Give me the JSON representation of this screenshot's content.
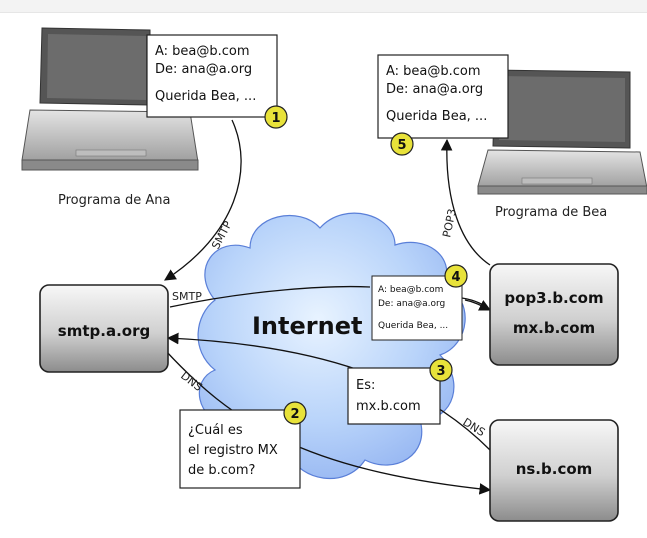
{
  "laptops": {
    "ana_label": "Programa de Ana",
    "bea_label": "Programa de Bea"
  },
  "notes": {
    "msg1": {
      "line1": "A: bea@b.com",
      "line2": "De: ana@a.org",
      "line3": "Querida Bea, ...",
      "step": "1"
    },
    "msg5": {
      "line1": "A: bea@b.com",
      "line2": "De: ana@a.org",
      "line3": "Querida Bea, ...",
      "step": "5"
    },
    "msg4": {
      "line1": "A: bea@b.com",
      "line2": "De: ana@a.org",
      "line3": "Querida Bea, ...",
      "step": "4"
    },
    "query2": {
      "line1": "¿Cuál es",
      "line2": "el registro MX",
      "line3": "de b.com?",
      "step": "2"
    },
    "answer3": {
      "line1": "Es:",
      "line2": "mx.b.com",
      "step": "3"
    }
  },
  "servers": {
    "smtp": "smtp.a.org",
    "pop3_line1": "pop3.b.com",
    "pop3_line2": "mx.b.com",
    "ns": "ns.b.com"
  },
  "cloud_label": "Internet",
  "protocols": {
    "smtp_ana": "SMTP",
    "smtp_out": "SMTP",
    "pop3": "POP3",
    "dns_left": "DNS",
    "dns_right": "DNS"
  },
  "colors": {
    "badge_fill": "#e8e23a",
    "cloud_light": "#cfe6fb",
    "cloud_mid": "#9bbcf4",
    "server_top": "#f2f2f2",
    "server_bottom": "#9a9a9a"
  }
}
